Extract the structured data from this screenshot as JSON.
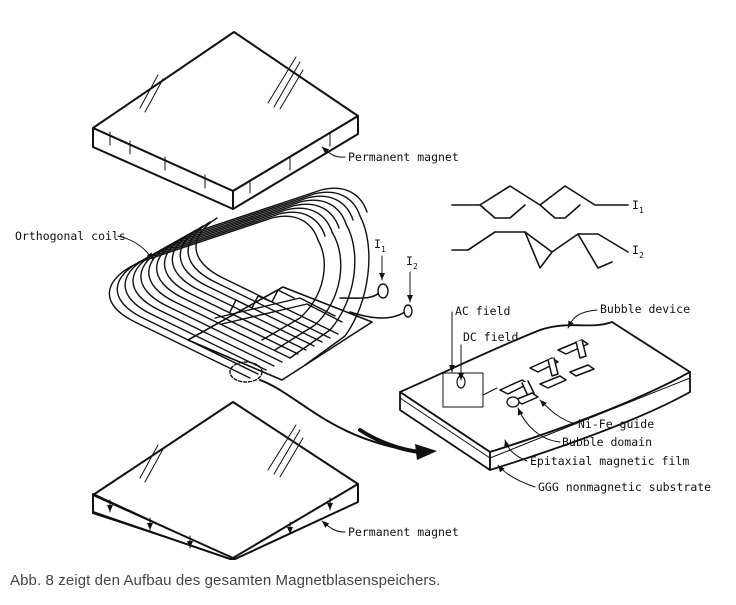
{
  "labels": {
    "permanent_magnet_top": "Permanent magnet",
    "permanent_magnet_bottom": "Permanent magnet",
    "orthogonal_coils": "Orthogonal coils",
    "current_1": "I",
    "current_1_sub": "1",
    "current_2": "I",
    "current_2_sub": "2",
    "waveform_1": "I",
    "waveform_1_sub": "1",
    "waveform_2": "I",
    "waveform_2_sub": "2",
    "ac_field": "AC field",
    "dc_field": "DC field",
    "bubble_device": "Bubble device",
    "ni_fe_guide": "Ni-Fe guide",
    "bubble_domain": "Bubble domain",
    "epitaxial_film": "Epitaxial magnetic film",
    "ggg_substrate": "GGG nonmagnetic substrate"
  },
  "caption": "Abb. 8 zeigt den Aufbau des gesamten Magnetblasenspeichers."
}
